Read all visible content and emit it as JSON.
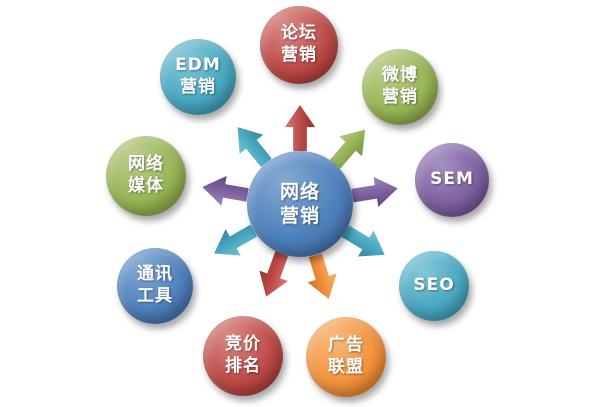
{
  "center": {
    "label": "网络\n营销",
    "circle": {
      "color": "#4e80bb",
      "light": "#83a9d4",
      "dark": "#35588a"
    }
  },
  "nodes": [
    {
      "label": "论坛\n营销",
      "circle": {
        "color": "#bd4a47",
        "light": "#da8a87",
        "dark": "#8c2f2d"
      },
      "arrow": {
        "color": "#bd4a47",
        "light": "#da8a87",
        "dark": "#8c2f2d"
      }
    },
    {
      "label": "微博\n营销",
      "circle": {
        "color": "#97b455",
        "light": "#bccf8c",
        "dark": "#6e8a38"
      },
      "arrow": {
        "color": "#97b455",
        "light": "#bccf8c",
        "dark": "#6e8a38"
      }
    },
    {
      "label": "SEM",
      "circle": {
        "color": "#7e61a1",
        "light": "#a690c1",
        "dark": "#594177"
      },
      "arrow": {
        "color": "#7e61a1",
        "light": "#a690c1",
        "dark": "#594177"
      }
    },
    {
      "label": "SEO",
      "circle": {
        "color": "#49a8c2",
        "light": "#84c7d9",
        "dark": "#317e94"
      },
      "arrow": {
        "color": "#49a8c2",
        "light": "#84c7d9",
        "dark": "#317e94"
      }
    },
    {
      "label": "广告\n联盟",
      "circle": {
        "color": "#f2923d",
        "light": "#f8ba7d",
        "dark": "#c2691d"
      },
      "arrow": {
        "color": "#f2923d",
        "light": "#f8ba7d",
        "dark": "#c2691d"
      }
    },
    {
      "label": "竞价\n排名",
      "circle": {
        "color": "#bd4a47",
        "light": "#da8a87",
        "dark": "#8c2f2d"
      },
      "arrow": {
        "color": "#bd4a47",
        "light": "#da8a87",
        "dark": "#8c2f2d"
      }
    },
    {
      "label": "通讯\n工具",
      "circle": {
        "color": "#4e80bb",
        "light": "#83a9d4",
        "dark": "#35588a"
      },
      "arrow": {
        "color": "#49a8c2",
        "light": "#84c7d9",
        "dark": "#317e94"
      }
    },
    {
      "label": "网络\n媒体",
      "circle": {
        "color": "#97b455",
        "light": "#bccf8c",
        "dark": "#6e8a38"
      },
      "arrow": {
        "color": "#7e61a1",
        "light": "#a690c1",
        "dark": "#594177"
      }
    },
    {
      "label": "EDM\n营销",
      "circle": {
        "color": "#49a8c2",
        "light": "#84c7d9",
        "dark": "#317e94"
      },
      "arrow": {
        "color": "#49a8c2",
        "light": "#84c7d9",
        "dark": "#317e94"
      }
    }
  ]
}
